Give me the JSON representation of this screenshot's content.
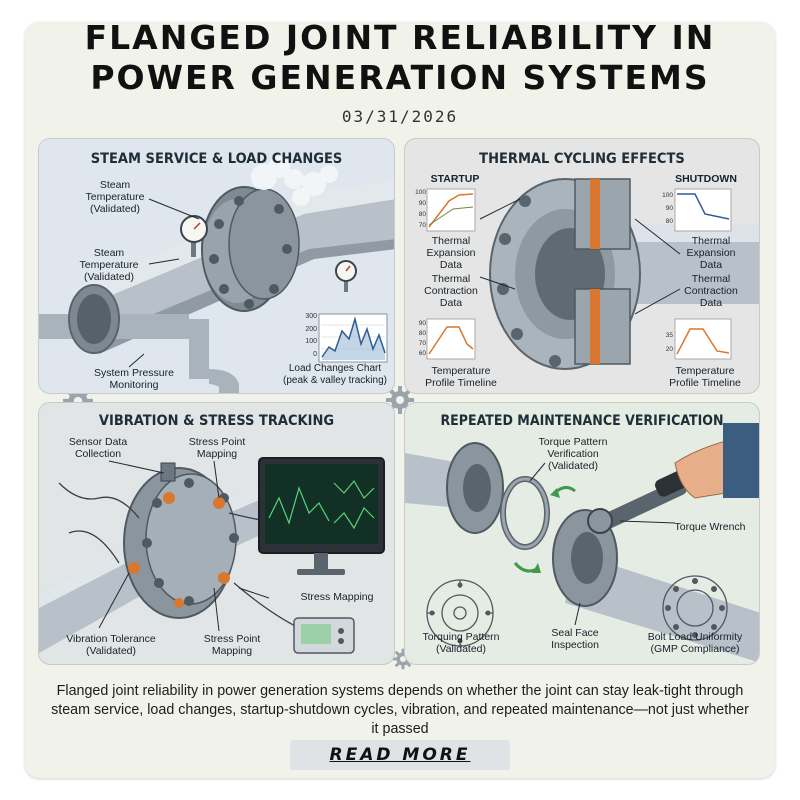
{
  "header": {
    "title_line1": "FLANGED JOINT RELIABILITY IN",
    "title_line2": "POWER GENERATION SYSTEMS",
    "date": "03/31/2026"
  },
  "panels": {
    "steam": {
      "title": "STEAM SERVICE & LOAD CHANGES",
      "labels": {
        "steam_temp_1": "Steam\nTemperature\n(Validated)",
        "steam_temp_2": "Steam\nTemperature\n(Validated)",
        "system_pressure": "System Pressure\nMonitoring",
        "load_chart": "Load Changes Chart\n(peak & valley tracking)"
      },
      "chart_ticks": [
        "300",
        "200",
        "100",
        "0"
      ]
    },
    "thermal": {
      "title": "THERMAL CYCLING EFFECTS",
      "labels": {
        "startup": "STARTUP",
        "shutdown": "SHUTDOWN",
        "expansion_left": "Thermal\nExpansion\nData",
        "contraction_left": "Thermal\nContraction\nData",
        "expansion_right": "Thermal\nExpansion\nData",
        "contraction_right": "Thermal\nContraction\nData",
        "profile_left": "Temperature\nProfile Timeline",
        "profile_right": "Temperature\nProfile Timeline"
      },
      "ticks_tl": [
        "100",
        "90",
        "80",
        "70"
      ],
      "ticks_tr": [
        "100",
        "90",
        "80"
      ],
      "ticks_bl": [
        "90",
        "80",
        "70",
        "60"
      ],
      "ticks_br": [
        "35",
        "20"
      ]
    },
    "vibration": {
      "title": "VIBRATION & STRESS TRACKING",
      "labels": {
        "sensor": "Sensor Data\nCollection",
        "stress_top": "Stress Point\nMapping",
        "stress_mapping": "Stress Mapping",
        "vibration_tol": "Vibration Tolerance\n(Validated)",
        "stress_bottom": "Stress Point\nMapping"
      }
    },
    "maintenance": {
      "title": "REPEATED MAINTENANCE VERIFICATION",
      "labels": {
        "torque_pattern": "Torque Pattern\nVerification\n(Validated)",
        "torque_wrench": "Torque Wrench",
        "torquing_pattern": "Torquing Pattern\n(Validated)",
        "seal_face": "Seal Face\nInspection",
        "bolt_load": "Bolt Load Uniformity\n(GMP Compliance)"
      }
    }
  },
  "description": "Flanged joint reliability in power generation systems depends on whether the joint can stay leak-tight through steam service, load changes, startup-shutdown cycles, vibration, and repeated maintenance—not just whether it passed",
  "read_more_label": "READ MORE",
  "colors": {
    "panel_blue": "#dfe6ee",
    "panel_grey": "#e4e5e4",
    "panel_green": "#e5ece3",
    "accent_orange": "#d9772f",
    "pipe_steel": "#b8c1c9"
  },
  "icons": [
    "gear-icon",
    "pressure-gauge-icon",
    "steam-cloud-icon",
    "monitor-icon",
    "torque-wrench-icon",
    "sensor-box-icon"
  ]
}
